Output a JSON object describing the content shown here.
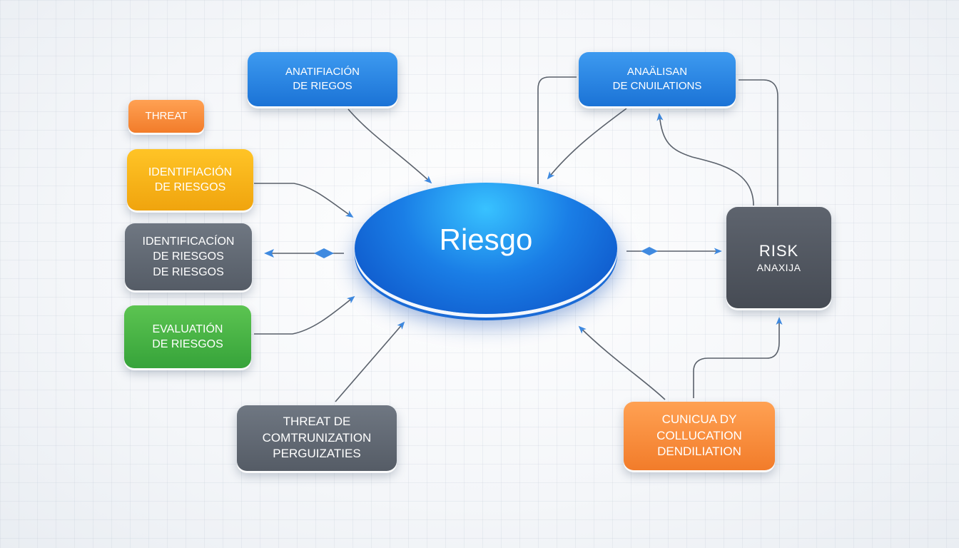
{
  "center": {
    "label": "Riesgo"
  },
  "nodes": {
    "top_left": {
      "lines": [
        "ANATIFIACIÓN",
        "DE RIEGOS"
      ]
    },
    "threat": {
      "lines": [
        "THREAT"
      ]
    },
    "yellow": {
      "lines": [
        "IDENTIFIACIÓN",
        "DE RIESGOS"
      ]
    },
    "gray_left": {
      "lines": [
        "IDENTIFICACÍON",
        "DE RIESGOS",
        "DE RIESGOS"
      ]
    },
    "green": {
      "lines": [
        "EVALUATIÓN",
        "DE RIESGOS"
      ]
    },
    "bottom_left": {
      "lines": [
        "THREAT DE",
        "COMTRUNIZATION",
        "PERGUIZATIES"
      ]
    },
    "top_right": {
      "lines": [
        "ANAÄLISAN",
        "DE CNUILATIONS"
      ]
    },
    "risk": {
      "lines": [
        "RISK",
        "ANAXIJA"
      ]
    },
    "bottom_right": {
      "lines": [
        "CUNICUA DY",
        "COLLUCATION",
        "DENDILIATION"
      ]
    }
  },
  "colors": {
    "blue": "#1b73d6",
    "orange": "#f27c2a",
    "yellow": "#f0a40e",
    "gray": "#5c636d",
    "green": "#36a33a",
    "dark": "#4d535c",
    "arrow": "#3f8ae0",
    "connector": "#5a616b"
  }
}
